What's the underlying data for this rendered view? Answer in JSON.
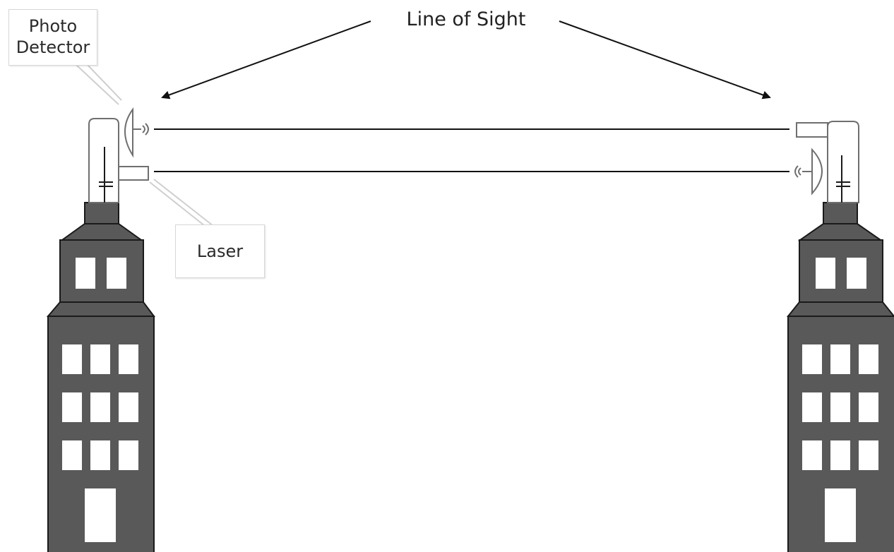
{
  "labels": {
    "line_of_sight": "Line of Sight",
    "photo_detector_line1": "Photo",
    "photo_detector_line2": "Detector",
    "laser": "Laser"
  },
  "colors": {
    "building": "#595959",
    "building_outline": "#1a1a1a",
    "window": "#ffffff",
    "beam": "#111111",
    "device_outline": "#7a7a7a",
    "callout_border": "#d8d8d8"
  }
}
